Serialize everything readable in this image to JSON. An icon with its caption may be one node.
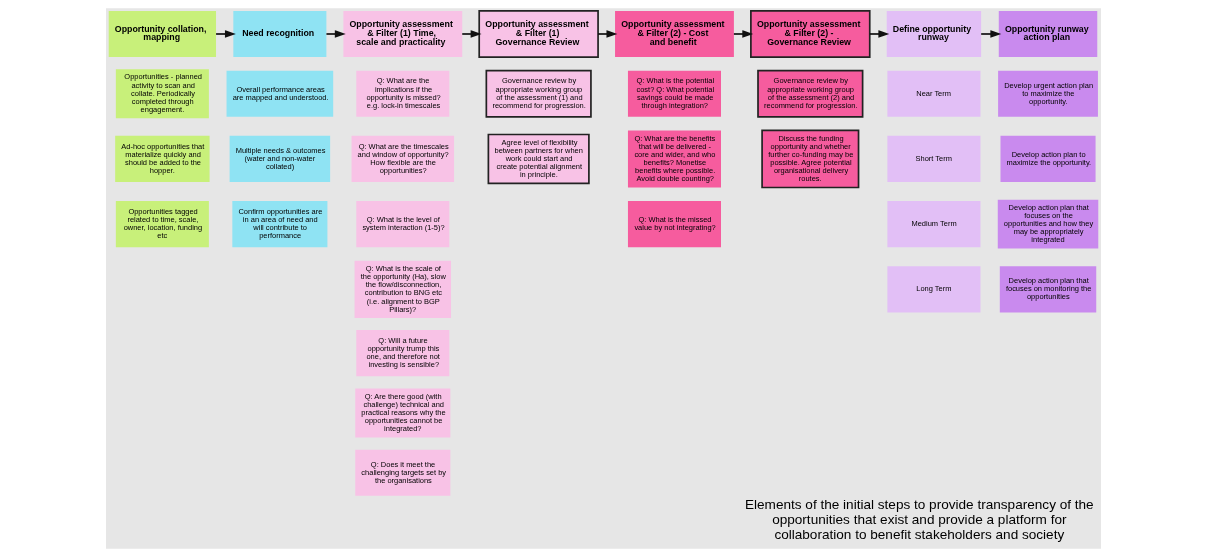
{
  "diagram": {
    "caption": "Elements of the initial steps to provide transparency of the opportunities that exist and provide a platform for collaboration to benefit stakeholders and society",
    "nodes": [
      {
        "text": [
          "Opportunity collation, mapping"
        ]
      },
      {
        "text": [
          "Opportunities - planned activity to scan and collate. Periodically completed through engagement."
        ]
      },
      {
        "text": [
          "Ad-hoc opportunities that materialize quickly and should be added to the hopper."
        ]
      },
      {
        "text": [
          "Opportunities tagged related to time, scale, owner, location, funding etc"
        ]
      },
      {
        "text": [
          "Need recognition"
        ]
      },
      {
        "text": [
          "Overall performance areas are mapped and understood."
        ]
      },
      {
        "text": [
          "Multiple needs & outcomes (water and non-water collated)"
        ]
      },
      {
        "text": [
          "Confirm opportunities are in an area of need and will contribute to performance"
        ]
      },
      {
        "text": [
          "Opportunity assessment & Filter (1) Time, scale and practicality"
        ]
      },
      {
        "text": [
          "Q: What are the implications if the opportunity is missed? e.g. lock-in timescales"
        ]
      },
      {
        "text": [
          "Q: What are the timescales and window of opportunity? How flexible are the opportunities?"
        ]
      },
      {
        "text": [
          "Q: What is the level of system interaction (1-5)?"
        ]
      },
      {
        "text": [
          "Q: What is the scale of the opportunity (Ha), slow the flow/disconnection, contribution to BNG etc (i.e. alignment to BGP Pillars)?"
        ]
      },
      {
        "text": [
          "Q: Will a future opportunity trump this one, and therefore not investing is sensible?"
        ]
      },
      {
        "text": [
          "Q: Are there good (with challenge) technical and practical reasons why the opportunities cannot be integrated?"
        ]
      },
      {
        "text": [
          "Q: Does it meet the challenging targets set by the organisations"
        ]
      },
      {
        "text": [
          "Opportunity assessment & Filter (1) Governance Review"
        ]
      },
      {
        "text": [
          "Governance review by appropriate working group of the assessment (1) and recommend for progression."
        ]
      },
      {
        "text": [
          "Agree level of flexibility between partners for when work could start and create potential alignment in principle."
        ]
      },
      {
        "text": [
          "Opportunity assessment & Filter (2) - Cost and benefit"
        ]
      },
      {
        "text": [
          "Q: What is the potential cost? Q: What potential savings could be made through integration?"
        ]
      },
      {
        "text": [
          "Q: What are the benefits that will be delivered - core and wider, and who benefits? Monetise benefits where possible. Avoid double counting?"
        ]
      },
      {
        "text": [
          "Q: What is the missed value by not integrating?"
        ]
      },
      {
        "text": [
          "Opportunity assessment & Filter (2) - Governance Review"
        ]
      },
      {
        "text": [
          "Governance review by appropriate working group of the assessment (2) and recommend for progression."
        ]
      },
      {
        "text": [
          "Discuss the funding opportunity and whether further co-funding may be possible. Agree potential organisational delivery routes."
        ]
      },
      {
        "text": [
          "Define opportunity runway"
        ]
      },
      {
        "text": [
          "Near Term"
        ]
      },
      {
        "text": [
          "Short Term"
        ]
      },
      {
        "text": [
          "Medium Term"
        ]
      },
      {
        "text": [
          "Long Term"
        ]
      },
      {
        "text": [
          "Opportunity runway action plan"
        ]
      },
      {
        "text": [
          "Develop urgent action plan to maximize the opportunity."
        ]
      },
      {
        "text": [
          "Develop action plan to maximize the opportunity."
        ]
      },
      {
        "text": [
          "Develop action plan that focuses on the opportunities and how they may be appropriately integrated"
        ]
      },
      {
        "text": [
          "Develop action plan that focuses on monitoring the opportunities"
        ]
      }
    ],
    "edges": [
      {
        "from": 0,
        "to": 4,
        "arrow": "to"
      },
      {
        "from": 4,
        "to": 8,
        "arrow": "to"
      },
      {
        "from": 8,
        "to": 16,
        "arrow": "to"
      },
      {
        "from": 16,
        "to": 19,
        "arrow": "to"
      },
      {
        "from": 19,
        "to": 23,
        "arrow": "to"
      },
      {
        "from": 23,
        "to": 26,
        "arrow": "to"
      },
      {
        "from": 26,
        "to": 31,
        "arrow": "to"
      }
    ]
  }
}
